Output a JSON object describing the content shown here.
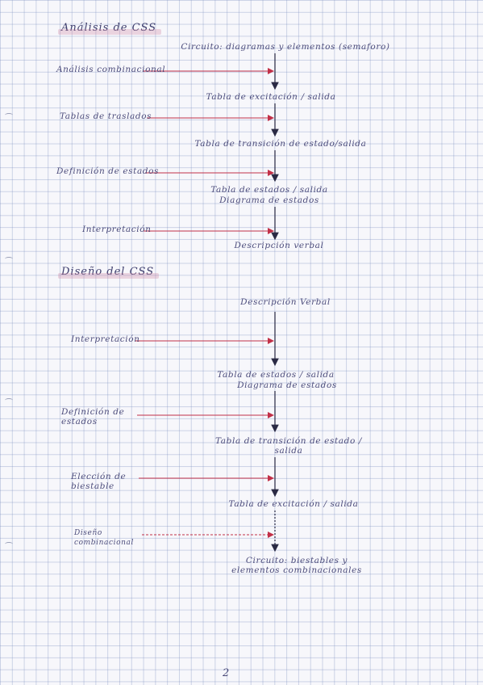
{
  "sections": {
    "analysis": {
      "title": "Análisis de CSS",
      "top": "Circuito: diagramas y elementos (semaforo)",
      "inputs": [
        "Análisis combinacional",
        "Tablas de traslados",
        "Definición de estados",
        "Interpretación"
      ],
      "steps": [
        "Tabla de excitación / salida",
        "Tabla de transición de estado/salida",
        "Tabla de estados / salida",
        "Diagrama de estados",
        "Descripción verbal"
      ]
    },
    "design": {
      "title": "Diseño del CSS",
      "top": "Descripción Verbal",
      "inputs": [
        "Interpretación",
        "Definición de estados",
        "Elección de biestable",
        "Diseño combinacional"
      ],
      "steps": [
        "Tabla de estados / salida",
        "Diagrama de estados",
        "Tabla de transición de estado / salida",
        "Tabla de excitación / salida",
        "Circuito: biestables y elementos combinacionales"
      ]
    }
  },
  "page_number": "2",
  "colors": {
    "arrow_red": "#c23048",
    "arrow_black": "#2a2a44",
    "ink": "#4a4a78",
    "grid": "#8c9cc8"
  }
}
